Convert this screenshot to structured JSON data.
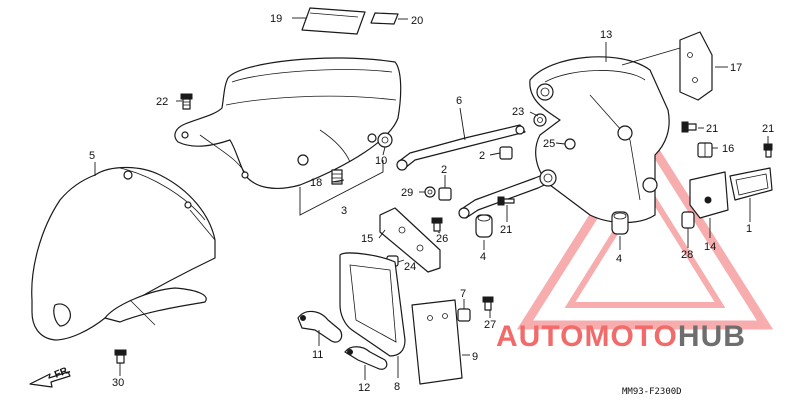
{
  "callouts": [
    {
      "id": "1",
      "text": "1"
    },
    {
      "id": "2",
      "text": "2"
    },
    {
      "id": "2b",
      "text": "2"
    },
    {
      "id": "3",
      "text": "3"
    },
    {
      "id": "4",
      "text": "4"
    },
    {
      "id": "4b",
      "text": "4"
    },
    {
      "id": "5",
      "text": "5"
    },
    {
      "id": "6",
      "text": "6"
    },
    {
      "id": "7",
      "text": "7"
    },
    {
      "id": "8",
      "text": "8"
    },
    {
      "id": "9",
      "text": "9"
    },
    {
      "id": "10",
      "text": "10"
    },
    {
      "id": "11",
      "text": "11"
    },
    {
      "id": "12",
      "text": "12"
    },
    {
      "id": "13",
      "text": "13"
    },
    {
      "id": "14",
      "text": "14"
    },
    {
      "id": "15",
      "text": "15"
    },
    {
      "id": "16",
      "text": "16"
    },
    {
      "id": "17",
      "text": "17"
    },
    {
      "id": "18",
      "text": "18"
    },
    {
      "id": "19",
      "text": "19"
    },
    {
      "id": "20",
      "text": "20"
    },
    {
      "id": "21",
      "text": "21"
    },
    {
      "id": "21b",
      "text": "21"
    },
    {
      "id": "21c",
      "text": "21"
    },
    {
      "id": "22",
      "text": "22"
    },
    {
      "id": "23",
      "text": "23"
    },
    {
      "id": "24",
      "text": "24"
    },
    {
      "id": "25",
      "text": "25"
    },
    {
      "id": "26",
      "text": "26"
    },
    {
      "id": "27",
      "text": "27"
    },
    {
      "id": "28",
      "text": "28"
    },
    {
      "id": "29",
      "text": "29"
    },
    {
      "id": "30",
      "text": "30"
    }
  ],
  "direction_label": "FR.",
  "diagram_code": "MM93-F2300D",
  "watermark": {
    "part1": "AUTOMOTO",
    "part2": "HUB",
    "color_primary": "#f26b6b",
    "color_secondary": "#6e6e6e"
  }
}
